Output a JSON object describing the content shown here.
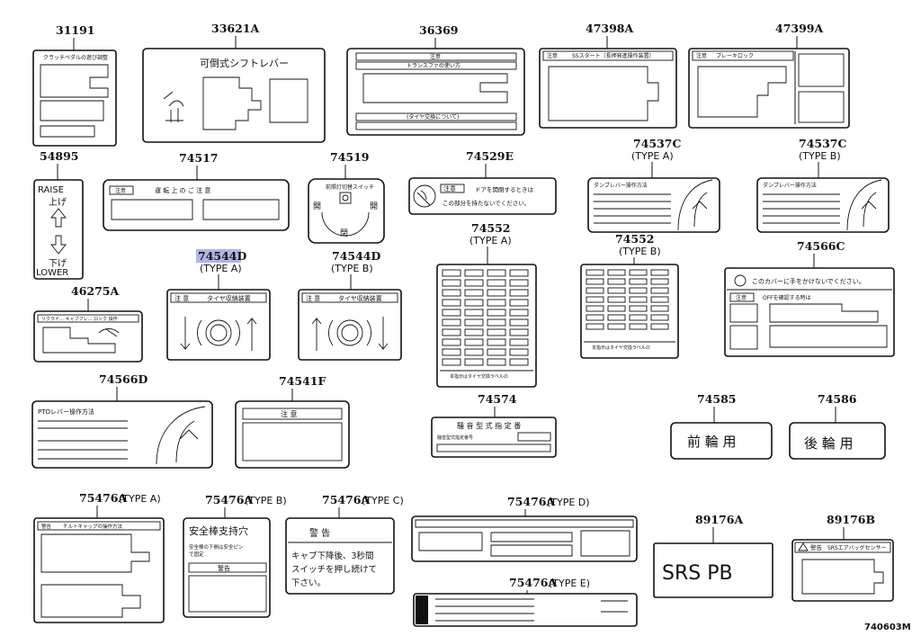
{
  "diagram_code": "740603M",
  "parts": [
    {
      "id": "31191",
      "sub": "",
      "text": "クラッチペダルの遊び調整"
    },
    {
      "id": "33621A",
      "sub": "",
      "text": "可倒式シフトレバー"
    },
    {
      "id": "36369",
      "sub": "",
      "text": "注意",
      "text2": "トランスファの使い方",
      "text3": "(タイヤ交換について)"
    },
    {
      "id": "47398A",
      "sub": "",
      "text": "注意",
      "text2": "SSスタート（長押発進操作装置）"
    },
    {
      "id": "47399A",
      "sub": "",
      "text": "注意",
      "text2": "ブレーキロック"
    },
    {
      "id": "54895",
      "sub": "",
      "raise": "RAISE",
      "up": "上げ",
      "down": "下げ",
      "lower": "LOWER"
    },
    {
      "id": "74517",
      "sub": "",
      "text": "注意",
      "text2": "運 転 上 の ご 注 意"
    },
    {
      "id": "74519",
      "sub": "",
      "text": "開",
      "text2": "閉"
    },
    {
      "id": "74529E",
      "sub": "",
      "text": "注意",
      "text2": "ドアを開閉するときは",
      "text3": "この部分を持たないでください。"
    },
    {
      "id": "74537C",
      "sub": "(TYPE A)",
      "text": "ダンプレバー操作方法"
    },
    {
      "id": "74537C",
      "sub": "(TYPE B)",
      "text": "ダンプレバー操作方法"
    },
    {
      "id": "74544D",
      "sub": "(TYPE A)",
      "text": "注 意",
      "text2": "タイヤ収納装置",
      "highlight": true
    },
    {
      "id": "74544D",
      "sub": "(TYPE B)",
      "text": "注 意",
      "text2": "タイヤ収納装置"
    },
    {
      "id": "46275A",
      "sub": "",
      "text": "リクライ… キャブフレ… ロック 操作"
    },
    {
      "id": "74552",
      "sub": "(TYPE A)",
      "text": "本指示はタイヤ交換ラベルの"
    },
    {
      "id": "74552",
      "sub": "(TYPE B)",
      "text": "本指示はタイヤ交換ラベルの"
    },
    {
      "id": "74566C",
      "sub": "",
      "text": "このカバーに手をかけないでください。",
      "text2": "注意",
      "text3": "OFFを確認する時は"
    },
    {
      "id": "74566D",
      "sub": "",
      "text": "PTOレバー操作方法"
    },
    {
      "id": "74541F",
      "sub": "",
      "text": "注 意"
    },
    {
      "id": "74574",
      "sub": "",
      "text": "騒 音 型 式 指 定 番"
    },
    {
      "id": "74585",
      "sub": "",
      "text": "前 輪 用"
    },
    {
      "id": "74586",
      "sub": "",
      "text": "後 輪 用"
    },
    {
      "id": "75476A",
      "sub": "(TYPE A)",
      "text": "警告",
      "text2": "チルトキャップの操作方法"
    },
    {
      "id": "75476A",
      "sub": "(TYPE B)",
      "text": "安全棒支持穴",
      "text2": "警告"
    },
    {
      "id": "75476A",
      "sub": "(TYPE C)",
      "text": "警 告",
      "text2": "キャブ下降後、3秒間",
      "text3": "スイッチを押し続けて",
      "text4": "下さい。"
    },
    {
      "id": "75476A",
      "sub": "(TYPE D)",
      "text": ""
    },
    {
      "id": "75476A",
      "sub": "(TYPE E)",
      "text": ""
    },
    {
      "id": "89176A",
      "sub": "",
      "text": "SRS PB"
    },
    {
      "id": "89176B",
      "sub": "",
      "text": "警告",
      "text2": "SRSエアバッグセンサー"
    }
  ],
  "colors": {
    "line": "#111111",
    "highlight": "#aeb6e6",
    "background": "#ffffff"
  }
}
